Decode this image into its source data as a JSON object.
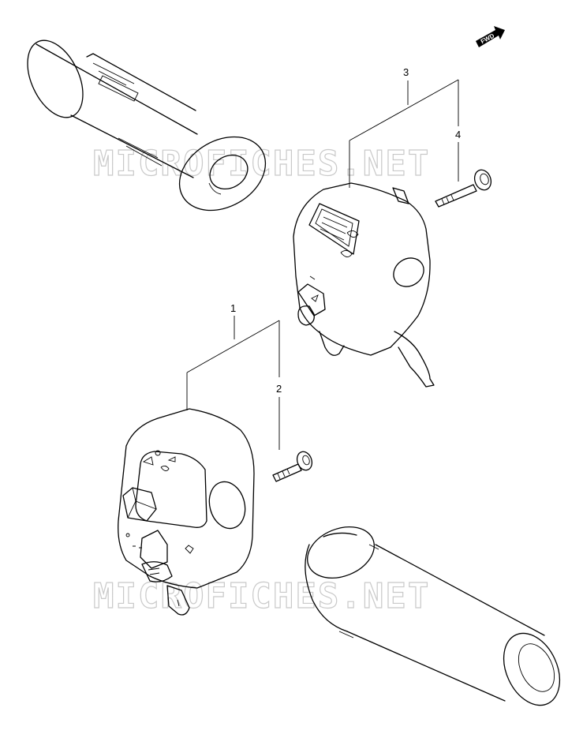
{
  "callouts": {
    "c1": "1",
    "c2": "2",
    "c3": "3",
    "c4": "4"
  },
  "fwd_label": "FWD",
  "watermark": "MICROFICHES.NET",
  "colors": {
    "line": "#000000",
    "watermark": "#c9c9c9",
    "background": "#ffffff"
  }
}
